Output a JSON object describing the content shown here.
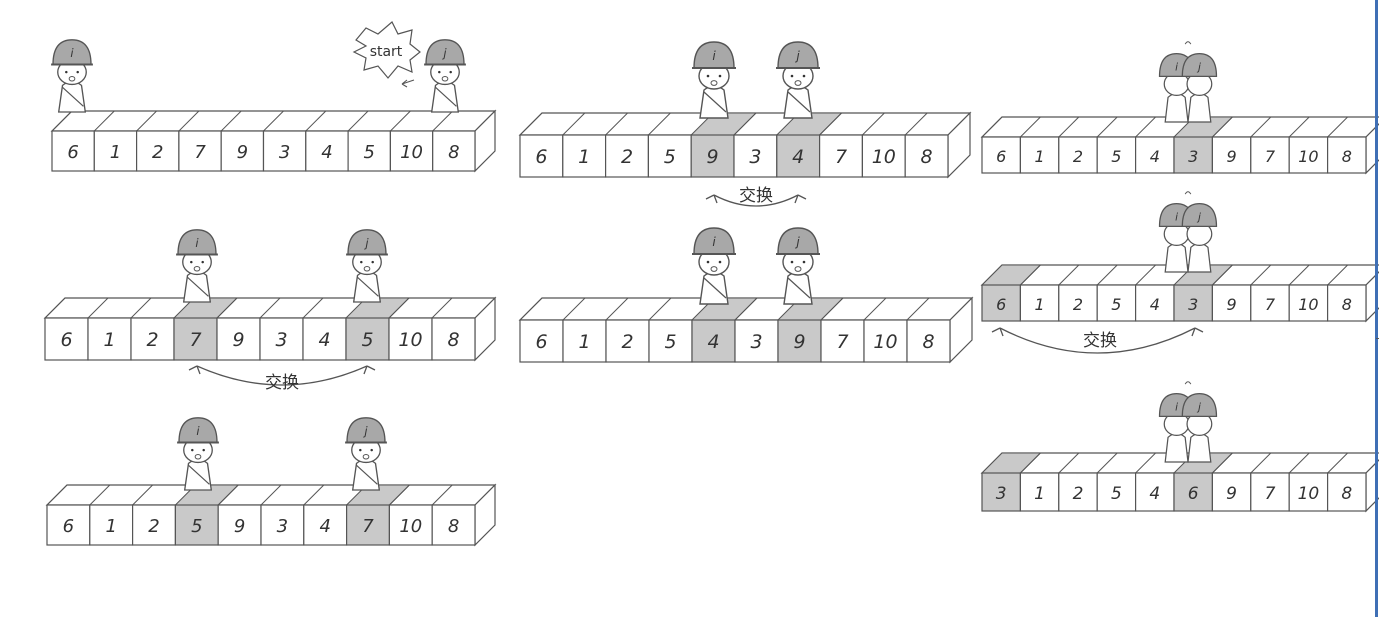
{
  "colors": {
    "highlight": "#c9c9c9",
    "line": "#555555",
    "helmet": "#a8a8a8",
    "accent": "#3f6fb5"
  },
  "start_label": "start",
  "swap_label": "交换",
  "pointer_i": "i",
  "pointer_j": "j",
  "steps": [
    {
      "id": "step-1",
      "values": [
        "6",
        "1",
        "2",
        "7",
        "9",
        "3",
        "4",
        "5",
        "10",
        "8"
      ],
      "highlight": []
    },
    {
      "id": "step-2",
      "values": [
        "6",
        "1",
        "2",
        "7",
        "9",
        "3",
        "4",
        "5",
        "10",
        "8"
      ],
      "highlight": [
        3,
        7
      ]
    },
    {
      "id": "step-3",
      "values": [
        "6",
        "1",
        "2",
        "5",
        "9",
        "3",
        "4",
        "7",
        "10",
        "8"
      ],
      "highlight": [
        3,
        7
      ]
    },
    {
      "id": "step-4",
      "values": [
        "6",
        "1",
        "2",
        "5",
        "9",
        "3",
        "4",
        "7",
        "10",
        "8"
      ],
      "highlight": [
        4,
        6
      ]
    },
    {
      "id": "step-5",
      "values": [
        "6",
        "1",
        "2",
        "5",
        "4",
        "3",
        "9",
        "7",
        "10",
        "8"
      ],
      "highlight": [
        4,
        6
      ]
    },
    {
      "id": "step-6",
      "values": [
        "6",
        "1",
        "2",
        "5",
        "4",
        "3",
        "9",
        "7",
        "10",
        "8"
      ],
      "highlight": [
        5
      ]
    },
    {
      "id": "step-7",
      "values": [
        "6",
        "1",
        "2",
        "5",
        "4",
        "3",
        "9",
        "7",
        "10",
        "8"
      ],
      "highlight": [
        0,
        5
      ]
    },
    {
      "id": "step-8",
      "values": [
        "3",
        "1",
        "2",
        "5",
        "4",
        "6",
        "9",
        "7",
        "10",
        "8"
      ],
      "highlight": [
        0,
        5
      ]
    }
  ]
}
